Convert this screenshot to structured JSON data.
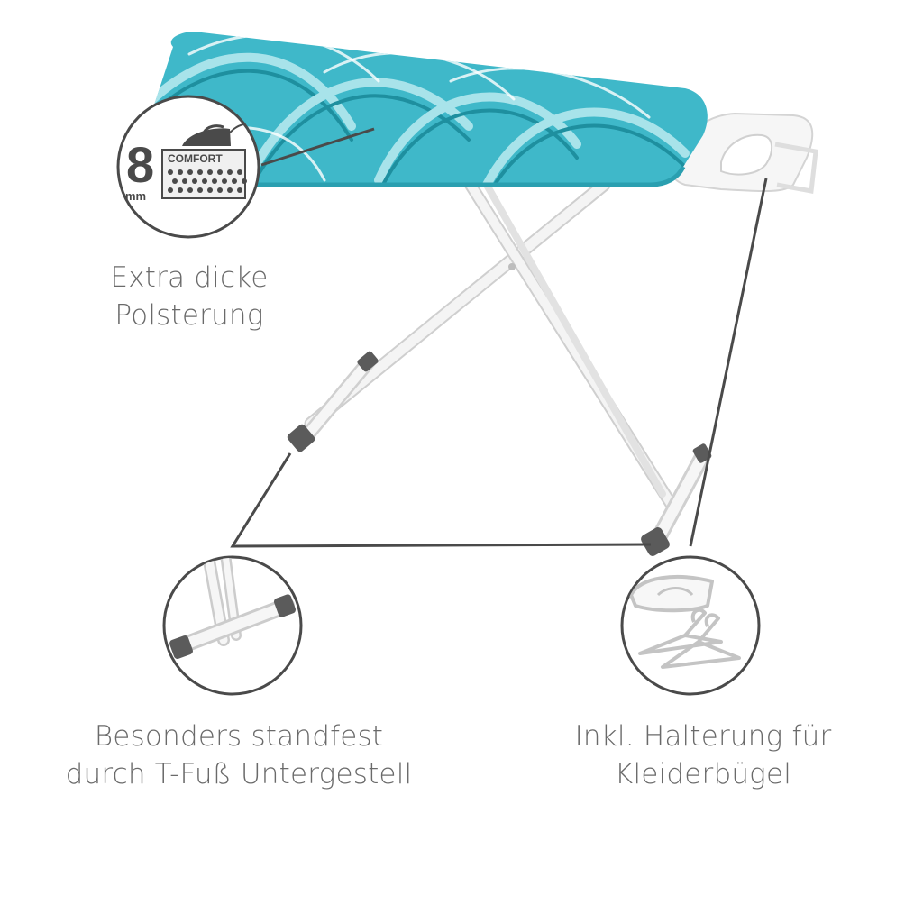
{
  "features": {
    "padding": {
      "badge_number": "8",
      "badge_unit": "mm",
      "badge_label": "COMFORT",
      "caption_line1": "Extra dicke",
      "caption_line2": "Polsterung"
    },
    "tfoot": {
      "caption_line1": "Besonders standfest",
      "caption_line2": "durch T-Fuß Untergestell"
    },
    "hanger": {
      "caption_line1": "Inkl. Halterung für",
      "caption_line2": "Kleiderbügel"
    }
  },
  "colors": {
    "board_teal": "#3fb8c9",
    "board_dark": "#1e8f9f",
    "frame": "#f2f2f2",
    "callout_line": "#4a4a4a",
    "caption_text": "#6a6a6a"
  }
}
